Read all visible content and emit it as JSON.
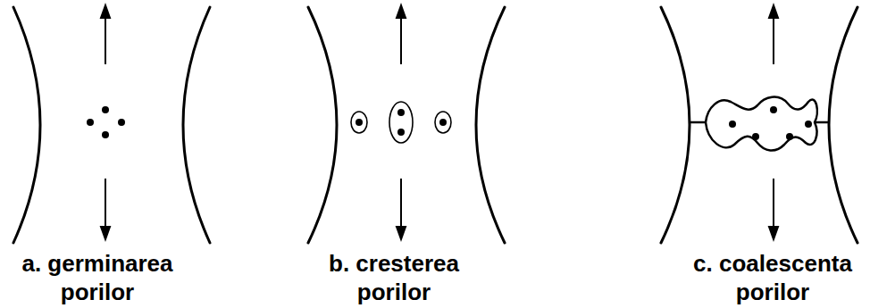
{
  "diagram": {
    "labels": [
      "a. germinarea porilor",
      "b. cresterea porilor",
      "c. coalescenta porilor"
    ]
  }
}
